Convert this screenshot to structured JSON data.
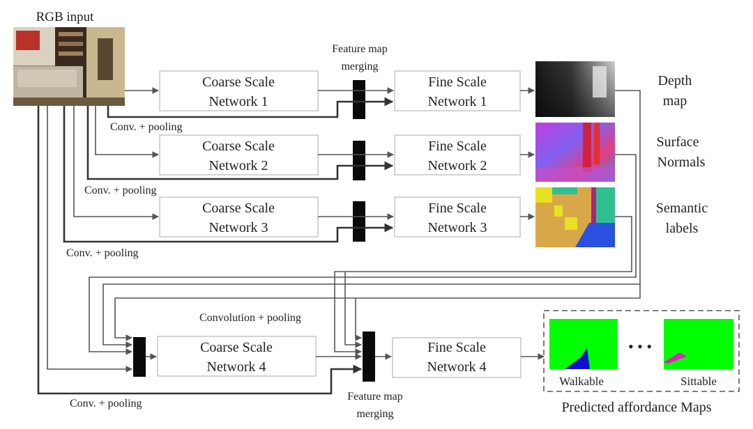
{
  "input": {
    "label": "RGB input"
  },
  "colors": {
    "box_stroke": "#bdbdbd",
    "wire": "#555555",
    "merge_bar": "#0a0a0a",
    "walkable_green": "#00ff00",
    "walkable_blue": "#1010d0",
    "sittable_magenta": "#e020c8"
  },
  "rows": [
    {
      "coarse": [
        "Coarse Scale",
        "Network 1"
      ],
      "fine": [
        "Fine Scale",
        "Network 1"
      ],
      "output": [
        "Depth",
        "map"
      ],
      "pool": "Conv. + pooling"
    },
    {
      "coarse": [
        "Coarse Scale",
        "Network 2"
      ],
      "fine": [
        "Fine Scale",
        "Network 2"
      ],
      "output": [
        "Surface",
        "Normals"
      ],
      "pool": "Conv. + pooling"
    },
    {
      "coarse": [
        "Coarse Scale",
        "Network 3"
      ],
      "fine": [
        "Fine Scale",
        "Network 3"
      ],
      "output": [
        "Semantic",
        "labels"
      ],
      "pool": "Conv. + pooling"
    }
  ],
  "merge_top": [
    "Feature map",
    "merging"
  ],
  "merge_bottom": [
    "Feature map",
    "merging"
  ],
  "row4": {
    "coarse": [
      "Coarse Scale",
      "Network 4"
    ],
    "fine": [
      "Fine Scale",
      "Network 4"
    ],
    "pool": "Conv. + pooling",
    "conv_label": "Convolution + pooling"
  },
  "affordance": {
    "walkable": "Walkable",
    "dots": "• • •",
    "sittable": "Sittable",
    "caption": "Predicted affordance Maps"
  }
}
